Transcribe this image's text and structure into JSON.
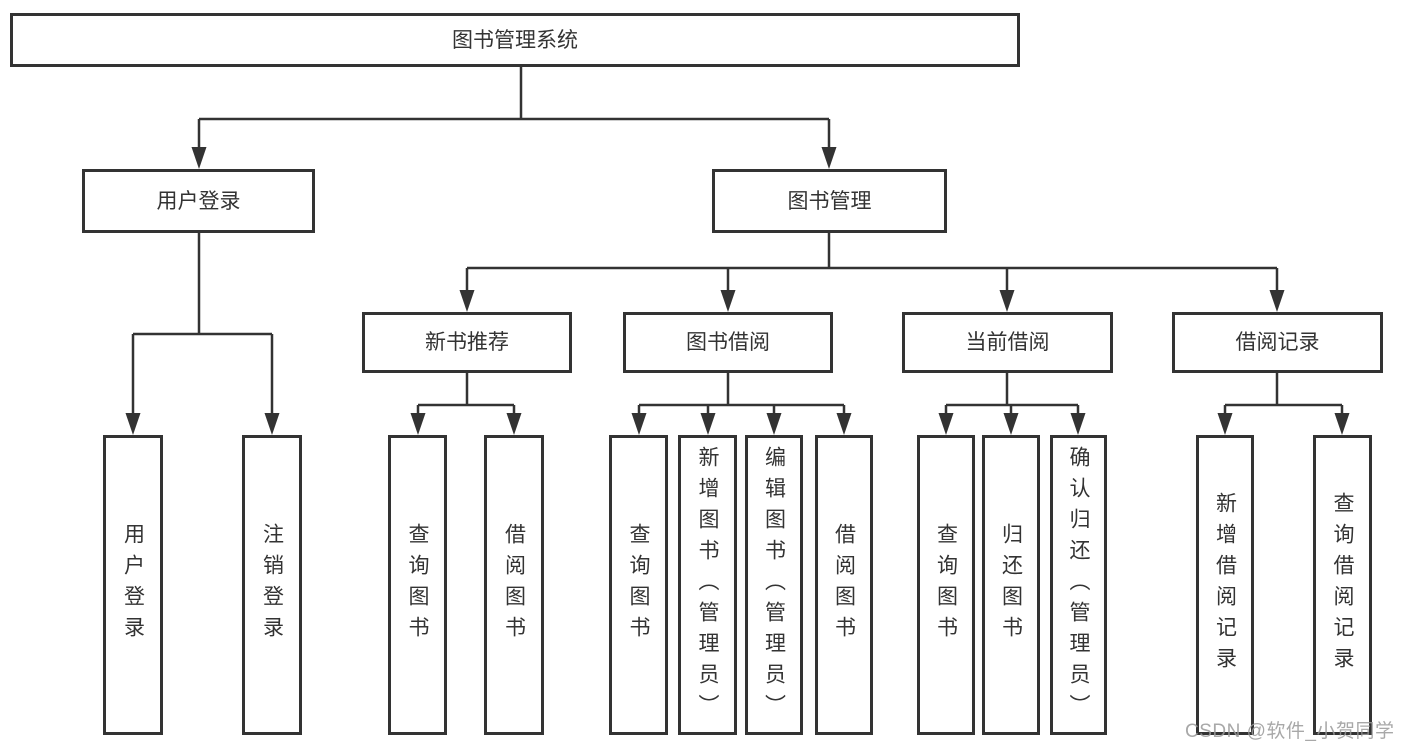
{
  "tree": {
    "root": {
      "label": "图书管理系统",
      "children": [
        {
          "label": "用户登录",
          "children": [
            {
              "label": "用户登录"
            },
            {
              "label": "注销登录"
            }
          ]
        },
        {
          "label": "图书管理",
          "children": [
            {
              "label": "新书推荐",
              "children": [
                {
                  "label": "查询图书"
                },
                {
                  "label": "借阅图书"
                }
              ]
            },
            {
              "label": "图书借阅",
              "children": [
                {
                  "label": "查询图书"
                },
                {
                  "label": "新增图书（管理员）"
                },
                {
                  "label": "编辑图书（管理员）"
                },
                {
                  "label": "借阅图书"
                }
              ]
            },
            {
              "label": "当前借阅",
              "children": [
                {
                  "label": "查询图书"
                },
                {
                  "label": "归还图书"
                },
                {
                  "label": "确认归还（管理员）"
                }
              ]
            },
            {
              "label": "借阅记录",
              "children": [
                {
                  "label": "新增借阅记录"
                },
                {
                  "label": "查询借阅记录"
                }
              ]
            }
          ]
        }
      ]
    }
  },
  "watermark": {
    "text": "CSDN @软件_小贺同学"
  },
  "colors": {
    "line": "#333333",
    "text": "#333333",
    "box_background": "#ffffff",
    "page_background": "#ffffff",
    "watermark": "#9a9a9a"
  }
}
